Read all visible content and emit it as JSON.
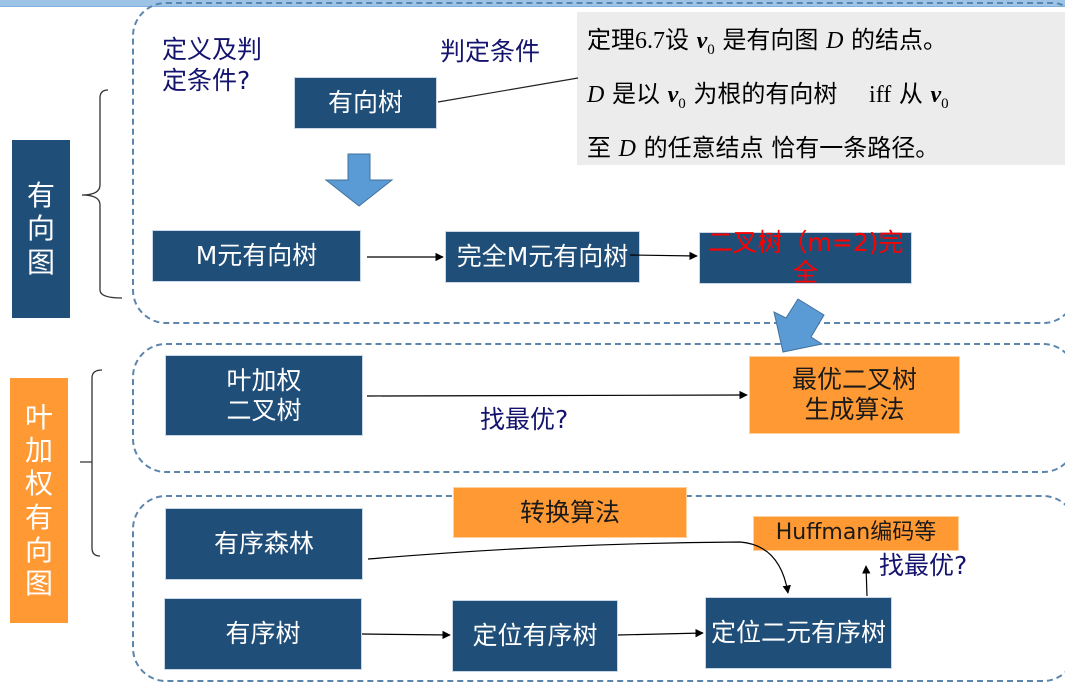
{
  "sections": {
    "directed_graph": {
      "title_chars": [
        "有",
        "向",
        "图"
      ]
    },
    "leaf_weighted": {
      "title_chars": [
        "叶",
        "加",
        "权",
        "有",
        "向",
        "图"
      ]
    }
  },
  "labels": {
    "definition_question_line1": "定义及判",
    "definition_question_line2": "定条件?",
    "criterion": "判定条件",
    "find_optimal_1": "找最优?",
    "find_optimal_2": "找最优?"
  },
  "theorem": {
    "line1": {
      "a": "定理",
      "num": "6.7",
      "b": "设 ",
      "v": "v",
      "sub": "0",
      "c": " 是有向图 ",
      "D": "D",
      "d": " 的结点。"
    },
    "line2": {
      "D": "D",
      "a": " 是以 ",
      "v": "v",
      "sub": "0",
      "b": " 为根的有向树　 ",
      "iff": "iff",
      "c": " 从 ",
      "v2": "v",
      "sub2": "0"
    },
    "line3": {
      "a": "至 ",
      "D": "D",
      "b": " 的任意结点 恰有一条路径。"
    }
  },
  "nodes": {
    "directed_tree": "有向树",
    "m_ary_tree": "M元有向树",
    "complete_m_ary_tree": "完全M元有向树",
    "binary_tree_complete": "二叉树（m=2)完全",
    "leaf_weighted_binary_line1": "叶加权",
    "leaf_weighted_binary_line2": "二叉树",
    "optimal_binary_line1": "最优二叉树",
    "optimal_binary_line2": "生成算法",
    "conversion_algorithm": "转换算法",
    "huffman": "Huffman编码等",
    "ordered_forest": "有序森林",
    "ordered_tree": "有序树",
    "positional_ordered_tree": "定位有序树",
    "positional_binary_ordered_tree": "定位二元有序树"
  },
  "colors": {
    "node_dark": "#1f4e79",
    "node_orange": "#ff9933",
    "arrow_blue": "#5b9bd5",
    "panel_border": "#5b85ad",
    "label_navy": "#14146e",
    "highlight_red": "#ff0000",
    "theorem_bg": "#ececec"
  }
}
